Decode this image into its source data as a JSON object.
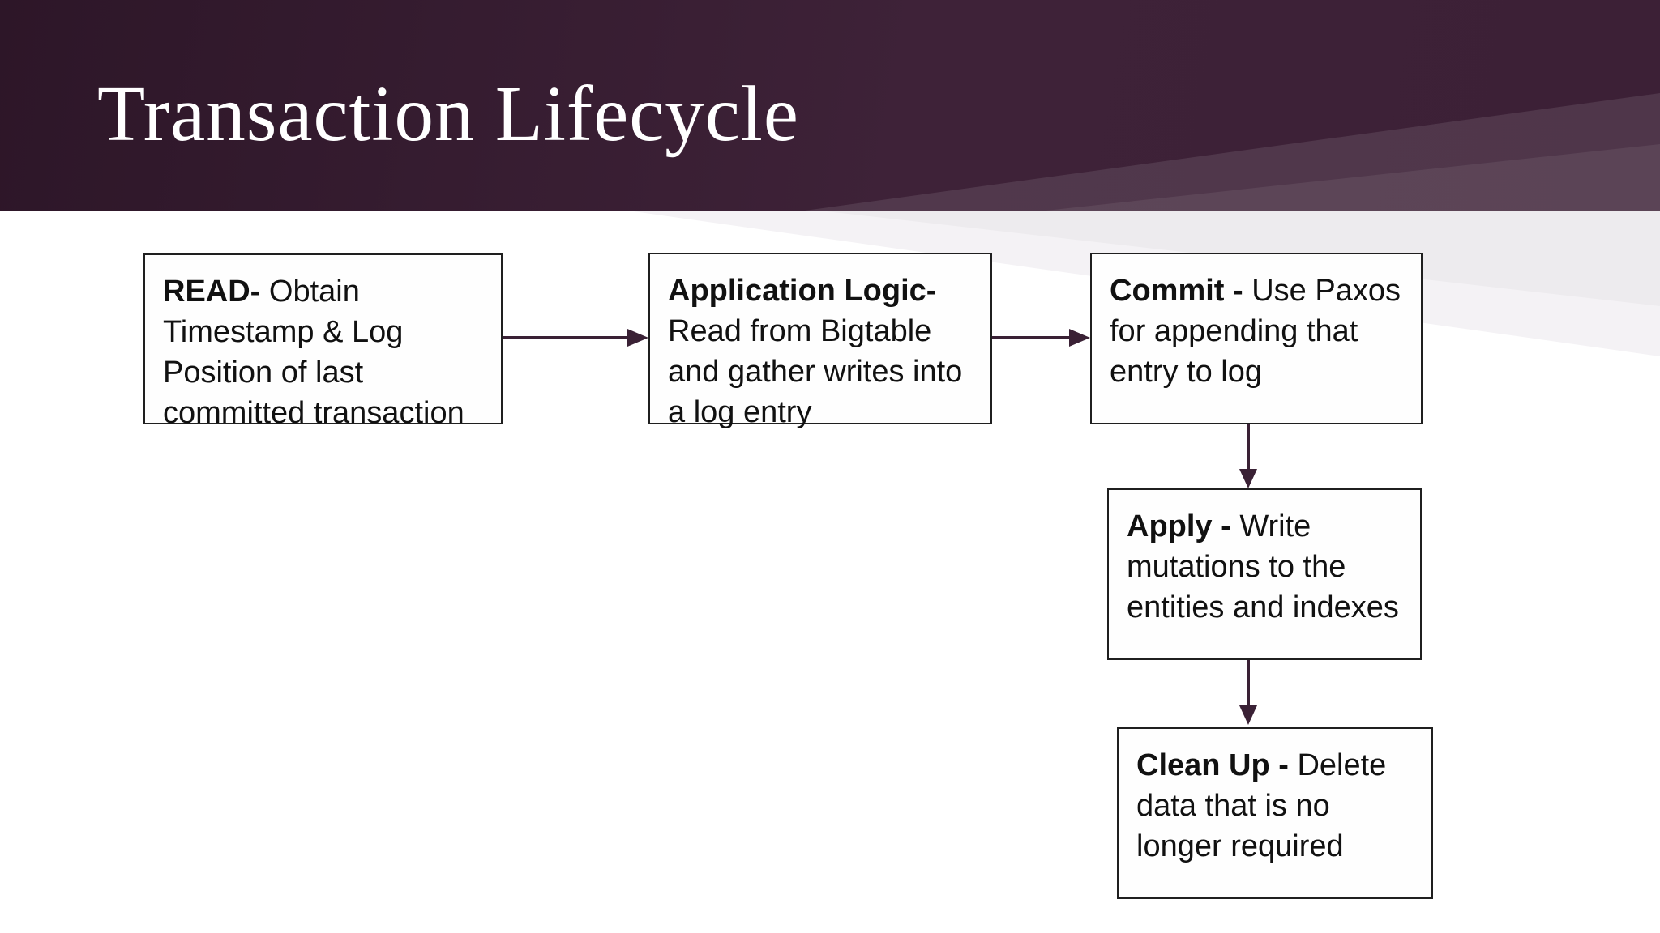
{
  "header": {
    "title": "Transaction Lifecycle"
  },
  "colors": {
    "header_purple_dark": "#2d1628",
    "header_purple_light": "#55364b",
    "arrow": "#3a2135",
    "background_facet_gray": "#edebee",
    "box_border": "#1f1f1f",
    "box_text": "#111111",
    "title_text": "#ffffff"
  },
  "flowchart": {
    "boxes": [
      {
        "id": "read",
        "lead": "READ-",
        "rest": " Obtain Timestamp & Log Position of last committed transaction"
      },
      {
        "id": "application-logic",
        "lead": "Application Logic-",
        "rest": " Read from Bigtable and gather writes into a log entry"
      },
      {
        "id": "commit",
        "lead": "Commit - ",
        "rest": "Use Paxos for appending that entry to log"
      },
      {
        "id": "apply",
        "lead": "Apply - ",
        "rest": "Write mutations to the entities and indexes"
      },
      {
        "id": "clean-up",
        "lead": "Clean Up - ",
        "rest": "Delete data that is no longer required"
      }
    ],
    "connections": [
      {
        "from": "read",
        "to": "application-logic",
        "direction": "right"
      },
      {
        "from": "application-logic",
        "to": "commit",
        "direction": "right"
      },
      {
        "from": "commit",
        "to": "apply",
        "direction": "down"
      },
      {
        "from": "apply",
        "to": "clean-up",
        "direction": "down"
      }
    ]
  }
}
